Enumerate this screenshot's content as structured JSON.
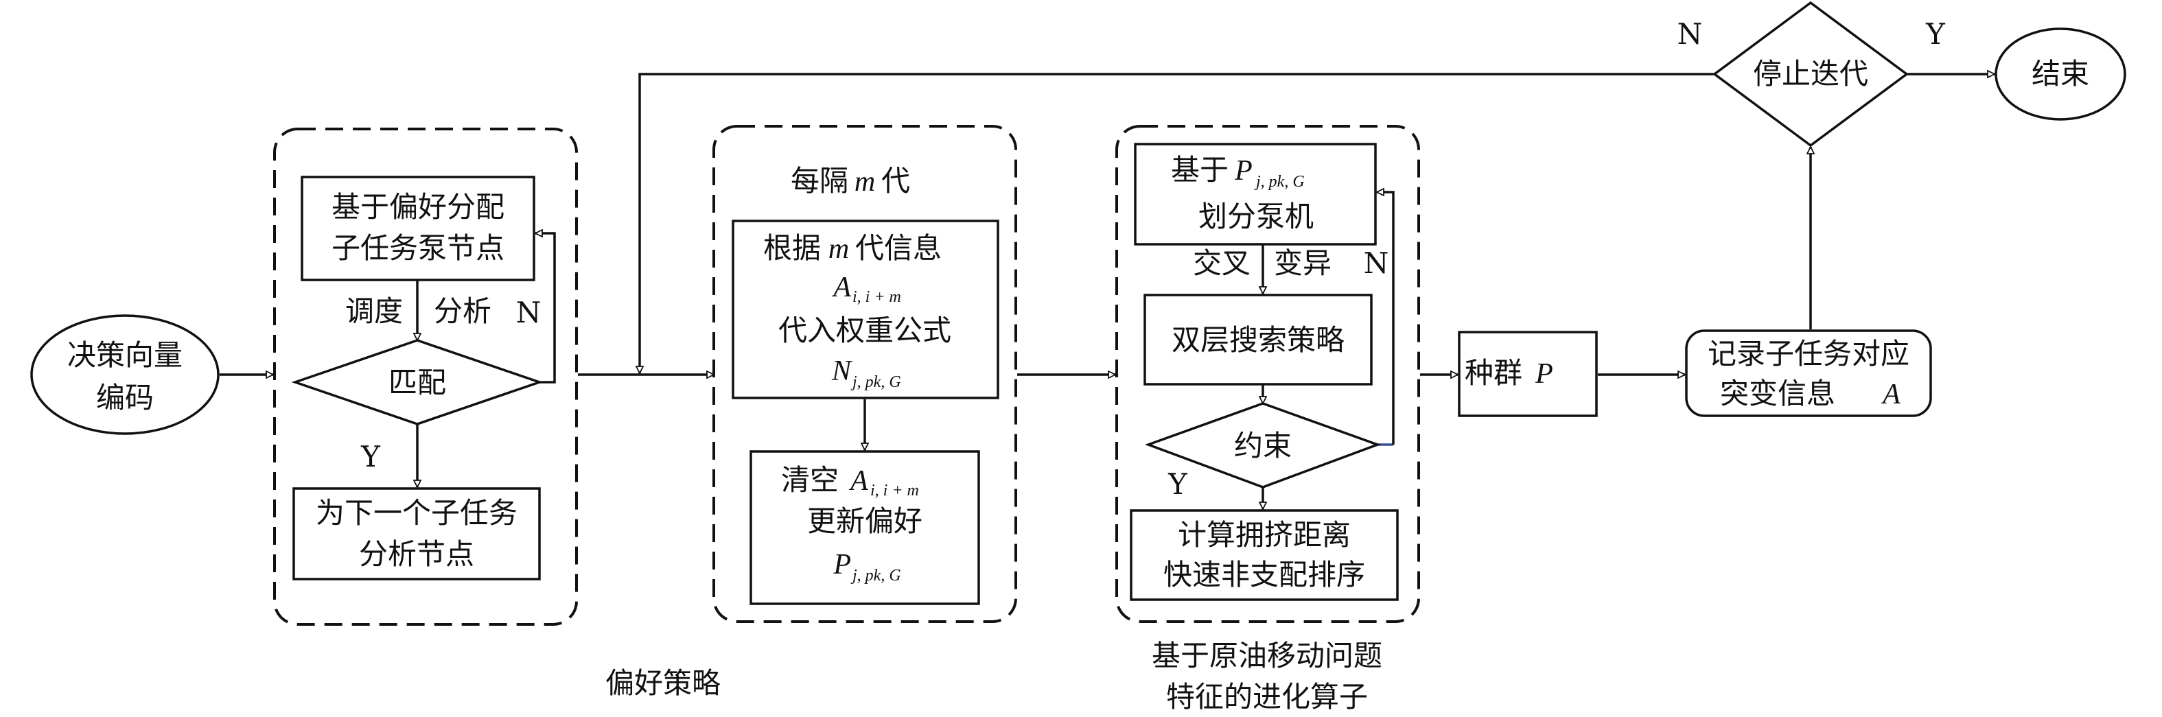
{
  "nodes": {
    "decision_encode": {
      "line1": "决策向量",
      "line2": "编码"
    },
    "pref_assign": {
      "line1": "基于偏好分配",
      "line2": "子任务泵节点"
    },
    "match": "匹配",
    "next_subtask": {
      "line1": "为下一个子任务",
      "line2": "分析节点"
    },
    "every_m_gen": {
      "prefix": "每隔",
      "var": "m",
      "suffix": "代"
    },
    "by_m_info": {
      "prefix": "根据",
      "var": "m",
      "suffix": "代信息",
      "var2": "A",
      "var2_sub": "i, i + m",
      "line3": "代入权重公式",
      "var3": "N",
      "var3_sub": "j, pk, G"
    },
    "clear": {
      "prefix": "清空",
      "var": "A",
      "var_sub": "i, i + m",
      "line2": "更新偏好",
      "var3": "P",
      "var3_sub": "j, pk, G"
    },
    "divide_pump": {
      "prefix": "基于",
      "var": "P",
      "var_sub": "j, pk, G",
      "line2": "划分泵机"
    },
    "double_search": "双层搜索策略",
    "constraint": "约束",
    "crowding": {
      "line1": "计算拥挤距离",
      "line2": "快速非支配排序"
    },
    "population": {
      "prefix": "种群",
      "var": "P"
    },
    "record": {
      "line1": "记录子任务对应",
      "line2": "突变信息",
      "var": "A"
    },
    "stop_iter": "停止迭代",
    "end": "结束"
  },
  "edge_labels": {
    "schedule": "调度",
    "analyze": "分析",
    "crossover": "交叉",
    "mutation": "变异",
    "yes": "Y",
    "no": "N"
  },
  "group_labels": {
    "preference_strategy": "偏好策略",
    "evolution_operator": {
      "line1": "基于原油移动问题",
      "line2": "特征的进化算子"
    }
  }
}
